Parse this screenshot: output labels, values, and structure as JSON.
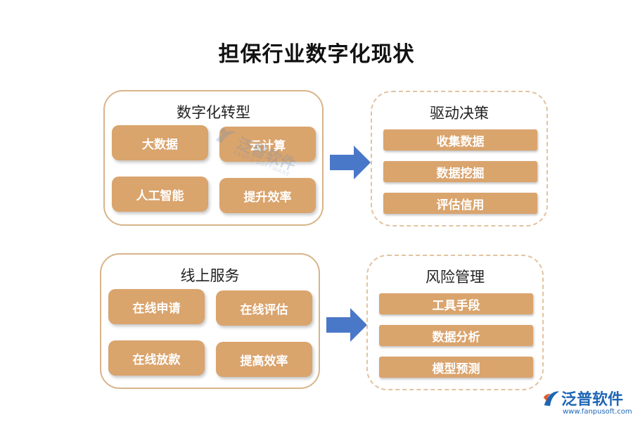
{
  "title": "担保行业数字化现状",
  "sections": [
    {
      "title": "数字化转型",
      "items": [
        "大数据",
        "云计算",
        "人工智能",
        "提升效率"
      ]
    },
    {
      "title": "驱动决策",
      "items": [
        "收集数据",
        "数据挖掘",
        "评估信用"
      ]
    },
    {
      "title": "线上服务",
      "items": [
        "在线申请",
        "在线评估",
        "在线放款",
        "提高效率"
      ]
    },
    {
      "title": "风险管理",
      "items": [
        "工具手段",
        "数据分析",
        "模型预测"
      ]
    }
  ],
  "watermark": {
    "text": "泛普软件",
    "sub": "FANPU SOFTWARE"
  },
  "logo": {
    "text": "泛普软件",
    "url": "www.fanpusoft.com"
  },
  "colors": {
    "tile": "#daa46d",
    "border": "#d8b48a",
    "arrow": "#4a78c8",
    "brand": "#1e66b5"
  },
  "icons": [
    "right-arrow-icon",
    "fanpu-logo-icon"
  ]
}
